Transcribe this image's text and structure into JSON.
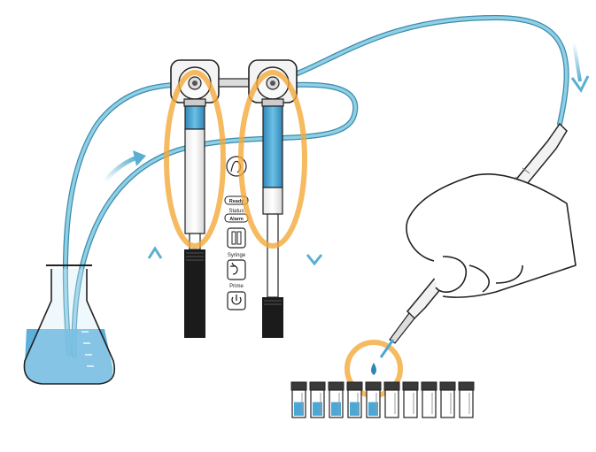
{
  "colors": {
    "tubing": "#6fb8d2",
    "tubing_edge": "#3c8bab",
    "liquid": "#4aa7d6",
    "liquid_dark": "#2f86b8",
    "highlight": "#f4a93a",
    "arrow": "#5aaed0",
    "body_black": "#1b1b1b",
    "outline": "#222222"
  },
  "icons": [
    "flask-icon",
    "syringe-pump-icon",
    "handpiece-icon",
    "vial-icon",
    "flow-arrow-icon",
    "power-icon",
    "prime-icon",
    "syringe-icon",
    "logo-icon"
  ],
  "control_panel": {
    "ready": "Ready",
    "status": "Status",
    "alarm": "Alarm",
    "syringe": "Syringe",
    "prime": "Prime"
  },
  "vials": {
    "count": 10,
    "filled_fraction": [
      0.55,
      0.55,
      0.55,
      0.55,
      0.55,
      0.0,
      0.0,
      0.0,
      0.0,
      0.0
    ]
  }
}
